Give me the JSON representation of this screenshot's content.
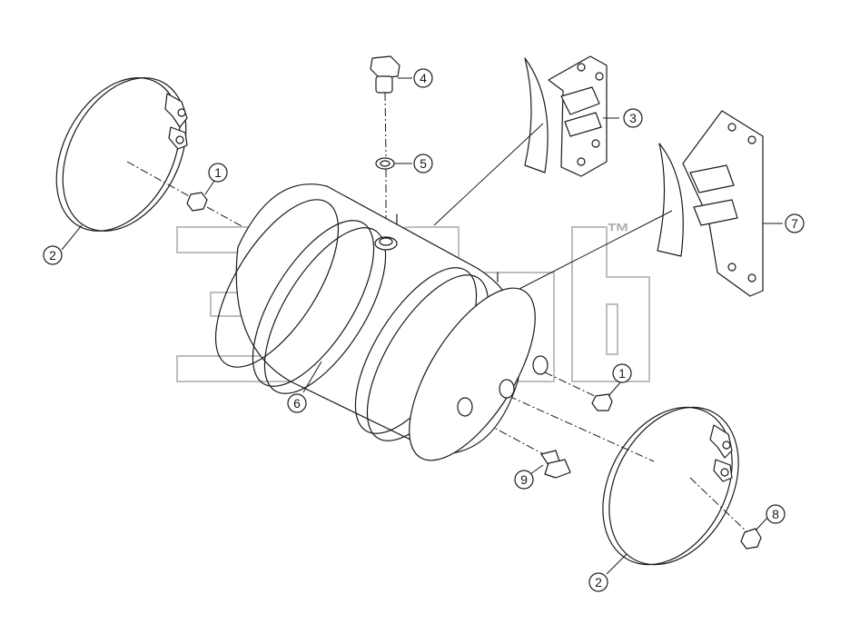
{
  "diagram": {
    "callouts": [
      {
        "id": "c1a",
        "label": "1"
      },
      {
        "id": "c1b",
        "label": "1"
      },
      {
        "id": "c2a",
        "label": "2"
      },
      {
        "id": "c2b",
        "label": "2"
      },
      {
        "id": "c3",
        "label": "3"
      },
      {
        "id": "c4",
        "label": "4"
      },
      {
        "id": "c5",
        "label": "5"
      },
      {
        "id": "c6",
        "label": "6"
      },
      {
        "id": "c7",
        "label": "7"
      },
      {
        "id": "c8",
        "label": "8"
      },
      {
        "id": "c9",
        "label": "9"
      }
    ],
    "watermark": {
      "text": "3ifab",
      "trademark": "™"
    }
  }
}
